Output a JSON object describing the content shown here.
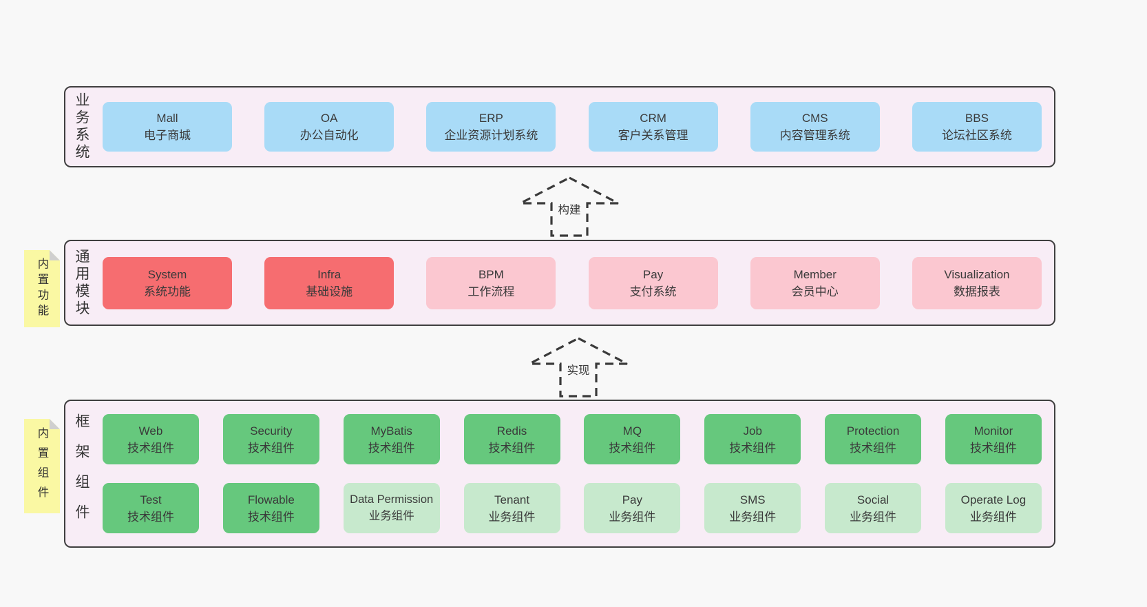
{
  "colors": {
    "page_bg": "#f8f8f8",
    "panel_bg": "#f8edf6",
    "panel_border": "#3f3f3f",
    "blue_box": "#a9dbf7",
    "red_box": "#f66d70",
    "pink_box": "#fbc7d0",
    "green_box": "#66c87d",
    "light_green_box": "#c7e9cd",
    "sticky_yellow": "#faf8a3",
    "sticky_fold_gray": "#cfcfcf",
    "text": "#3a3a3a"
  },
  "arrows": [
    {
      "label": "构建"
    },
    {
      "label": "实现"
    }
  ],
  "sections": [
    {
      "id": "business-systems",
      "label": "业务系统",
      "boxes": [
        {
          "title": "Mall",
          "subtitle": "电子商城",
          "variant": "blue"
        },
        {
          "title": "OA",
          "subtitle": "办公自动化",
          "variant": "blue"
        },
        {
          "title": "ERP",
          "subtitle": "企业资源计划系统",
          "variant": "blue"
        },
        {
          "title": "CRM",
          "subtitle": "客户关系管理",
          "variant": "blue"
        },
        {
          "title": "CMS",
          "subtitle": "内容管理系统",
          "variant": "blue"
        },
        {
          "title": "BBS",
          "subtitle": "论坛社区系统",
          "variant": "blue"
        }
      ]
    },
    {
      "id": "common-modules",
      "label": "通用模块",
      "sticky": "内置功能",
      "boxes": [
        {
          "title": "System",
          "subtitle": "系统功能",
          "variant": "red"
        },
        {
          "title": "Infra",
          "subtitle": "基础设施",
          "variant": "red"
        },
        {
          "title": "BPM",
          "subtitle": "工作流程",
          "variant": "pink"
        },
        {
          "title": "Pay",
          "subtitle": "支付系统",
          "variant": "pink"
        },
        {
          "title": "Member",
          "subtitle": "会员中心",
          "variant": "pink"
        },
        {
          "title": "Visualization",
          "subtitle": "数据报表",
          "variant": "pink"
        }
      ]
    },
    {
      "id": "framework-components",
      "label": "框架组件",
      "sticky": "内置组件",
      "rows": [
        [
          {
            "title": "Web",
            "subtitle": "技术组件",
            "variant": "green"
          },
          {
            "title": "Security",
            "subtitle": "技术组件",
            "variant": "green"
          },
          {
            "title": "MyBatis",
            "subtitle": "技术组件",
            "variant": "green"
          },
          {
            "title": "Redis",
            "subtitle": "技术组件",
            "variant": "green"
          },
          {
            "title": "MQ",
            "subtitle": "技术组件",
            "variant": "green"
          },
          {
            "title": "Job",
            "subtitle": "技术组件",
            "variant": "green"
          },
          {
            "title": "Protection",
            "subtitle": "技术组件",
            "variant": "green"
          },
          {
            "title": "Monitor",
            "subtitle": "技术组件",
            "variant": "green"
          }
        ],
        [
          {
            "title": "Test",
            "subtitle": "技术组件",
            "variant": "green"
          },
          {
            "title": "Flowable",
            "subtitle": "技术组件",
            "variant": "green"
          },
          {
            "title": "Data Permission",
            "subtitle": "业务组件",
            "variant": "lgreen"
          },
          {
            "title": "Tenant",
            "subtitle": "业务组件",
            "variant": "lgreen"
          },
          {
            "title": "Pay",
            "subtitle": "业务组件",
            "variant": "lgreen"
          },
          {
            "title": "SMS",
            "subtitle": "业务组件",
            "variant": "lgreen"
          },
          {
            "title": "Social",
            "subtitle": "业务组件",
            "variant": "lgreen"
          },
          {
            "title": "Operate Log",
            "subtitle": "业务组件",
            "variant": "lgreen"
          }
        ]
      ]
    }
  ]
}
